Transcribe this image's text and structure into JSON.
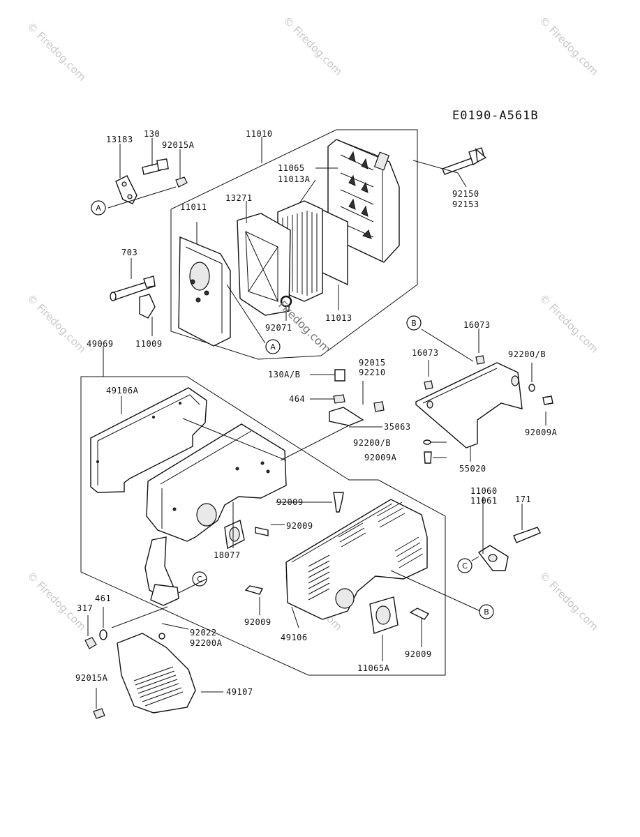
{
  "diagram_code": "E0190-A561B",
  "watermark_text": "© Firedog.com",
  "center_watermark": "Firedog.com",
  "callouts": {
    "a1": "A",
    "a2": "A",
    "b1": "B",
    "b2": "B",
    "c1": "C",
    "c2": "C"
  },
  "labels": {
    "p13183": "13183",
    "p130": "130",
    "p92015A_top": "92015A",
    "p11010": "11010",
    "p11065": "11065",
    "p11013A": "11013A",
    "p92150": "92150",
    "p92153": "92153",
    "p11011": "11011",
    "p13271": "13271",
    "p703": "703",
    "p11009": "11009",
    "p92071": "92071",
    "p11013": "11013",
    "p49069": "49069",
    "p16073a": "16073",
    "p16073b": "16073",
    "p92200B_top": "92200/B",
    "p92015": "92015",
    "p92210": "92210",
    "p130AB": "130A/B",
    "p464": "464",
    "p49106A": "49106A",
    "p35063": "35063",
    "p92009A_right": "92009A",
    "p92200B_mid": "92200/B",
    "p92009A_mid": "92009A",
    "p55020": "55020",
    "p11060": "11060",
    "p11061": "11061",
    "p171": "171",
    "p92009_top": "92009",
    "p92009_mid": "92009",
    "p18077": "18077",
    "p461": "461",
    "p317": "317",
    "p92009_left": "92009",
    "p49106": "49106",
    "p92009_br": "92009",
    "p11065A": "11065A",
    "p92022": "92022",
    "p92200A": "92200A",
    "p92015A_bottom": "92015A",
    "p49107": "49107"
  }
}
